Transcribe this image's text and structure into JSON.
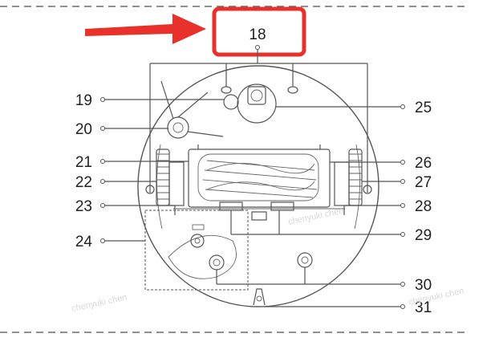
{
  "labels": {
    "highlighted": "18",
    "left": [
      "19",
      "20",
      "21",
      "22",
      "23",
      "24"
    ],
    "right": [
      "25",
      "26",
      "27",
      "28",
      "29",
      "30",
      "31"
    ]
  },
  "watermark": "chenyuki chen",
  "colors": {
    "highlight_box": "#e8312a",
    "arrow": "#e8312a",
    "line_art": "#555555",
    "dashed_border": "#6b6b6b",
    "text": "#222222"
  },
  "icons": {
    "pointer": "red-arrow-icon"
  }
}
